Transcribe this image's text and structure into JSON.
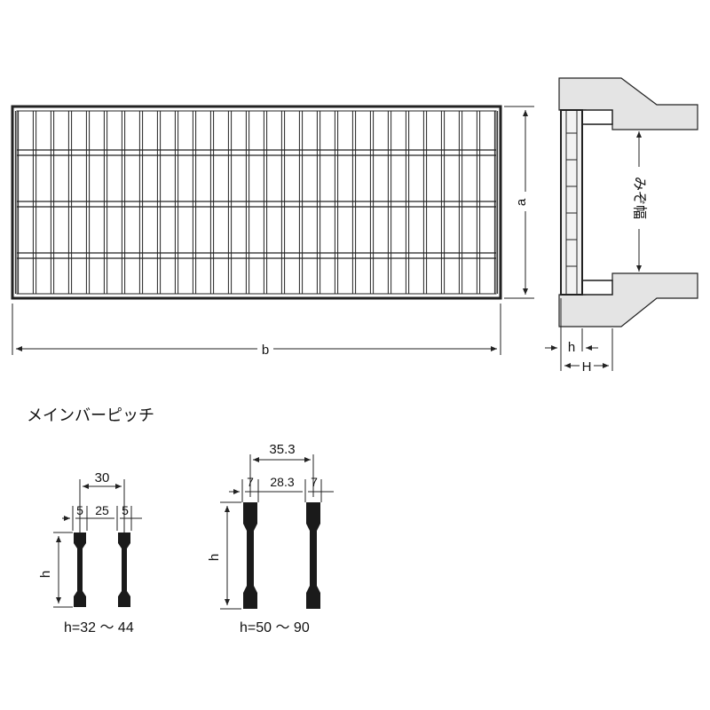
{
  "grating": {
    "label_a": "a",
    "label_b": "b"
  },
  "section": {
    "label_h": "h",
    "label_H": "H",
    "vertical_label": "みぞ幅"
  },
  "pitch": {
    "title": "メインバーピッチ",
    "small": {
      "total": "30",
      "left": "5",
      "mid": "25",
      "right": "5",
      "height_label": "h",
      "caption": "h=32 ～ 44"
    },
    "large": {
      "total": "35.3",
      "left": "7",
      "mid": "28.3",
      "right": "7",
      "height_label": "h",
      "caption": "h=50 ～ 90"
    }
  },
  "colors": {
    "line": "#222222",
    "concrete": "#e4e4e4",
    "bar": "#1a1a1a"
  }
}
